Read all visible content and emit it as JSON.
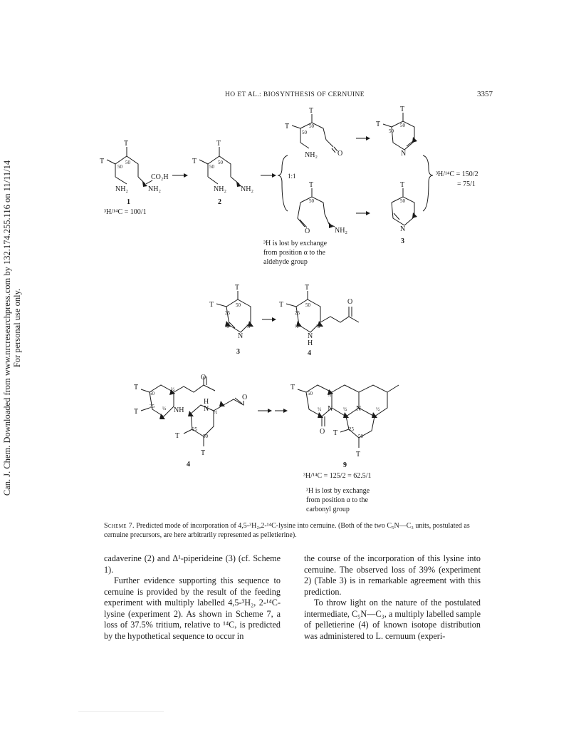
{
  "side_note": {
    "line1": "Can. J. Chem. Downloaded from www.nrcresearchpress.com by 132.174.255.116 on 11/11/14",
    "line2": "For personal use only."
  },
  "header": {
    "running_head": "HO ET AL.: BIOSYNTHESIS OF CERNUINE",
    "page_number": "3357"
  },
  "scheme": {
    "c1": {
      "sub1": "T",
      "sub2": "T",
      "num": "50",
      "group1": "CO₂H",
      "group2": "NH₂",
      "group3": "NH₂",
      "label": "1"
    },
    "ratio_start": "³H/¹⁴C = 100/1",
    "c2": {
      "sub1": "T",
      "sub2": "T",
      "num": "50",
      "group1": "NH₂",
      "group2": "NH₂",
      "label": "2"
    },
    "split": "1:1",
    "ald_top": {
      "sub1": "T",
      "sub2": "T",
      "num": "50",
      "group1": "NH₂",
      "group2": "O"
    },
    "imine_top": {
      "sub1": "T",
      "sub2": "T",
      "num": "50",
      "atom": "N"
    },
    "ald_bottom": {
      "sub1": "T",
      "num": "50",
      "group1": "O",
      "group2": "NH₂"
    },
    "imine_bottom": {
      "sub1": "T",
      "num": "50",
      "atom": "N",
      "label": "3"
    },
    "ratio_mid_1": "³H/¹⁴C = 150/2",
    "ratio_mid_2": "= 75/1",
    "note1": [
      "³H is lost by exchange",
      "from position α to the",
      "aldehyde group"
    ],
    "c3_center": {
      "sub1": "T",
      "sub2": "T",
      "n50": "50",
      "n25": "25",
      "atom": "N",
      "frac": "½",
      "label": "3"
    },
    "c4_right": {
      "sub1": "T",
      "sub2": "T",
      "n50": "50",
      "n25": "25",
      "atom": "N",
      "atom_h": "H",
      "frac": "½",
      "carbonyl": "O",
      "label": "4"
    },
    "dimer": {
      "sub": "T",
      "n50": "50",
      "n25": "25",
      "frac": "½",
      "nh": "NH",
      "h": "H",
      "n": "N",
      "o": "O",
      "label": "4"
    },
    "cernuine": {
      "sub": "T",
      "n50": "50",
      "n25": "25",
      "frac": "½",
      "n": "N",
      "o": "O",
      "label": "9"
    },
    "ratio_end": "³H/¹⁴C = 125/2 = 62.5/1",
    "note2": [
      "³H is lost by exchange",
      "from position α to the",
      "carbonyl group"
    ]
  },
  "caption": {
    "lead": "Scheme 7.",
    "text": "Predicted mode of incorporation of 4,5-³H₂,2-¹⁴C-lysine into cernuine. (Both of the two C₅N—C₃ units, postulated as cernuine precursors, are here arbitrarily represented as pelletierine)."
  },
  "body": {
    "left": [
      "cadaverine (2) and Δ¹-piperideine (3) (cf. Scheme 1).",
      "Further evidence supporting this sequence to cernuine is provided by the result of the feeding experiment with multiply labelled 4,5-³H₂, 2-¹⁴C-lysine (experiment 2). As shown in Scheme 7, a loss of 37.5% tritium, relative to ¹⁴C, is predicted by the hypothetical sequence to occur in"
    ],
    "right": [
      "the course of the incorporation of this lysine into cernuine. The observed loss of 39% (experiment 2) (Table 3) is in remarkable agreement with this prediction.",
      "To throw light on the nature of the postulated intermediate, C₅N—C₃, a multiply labelled sample of pelletierine (4) of known isotope distribution was administered to L. cernuum (experi-"
    ]
  }
}
